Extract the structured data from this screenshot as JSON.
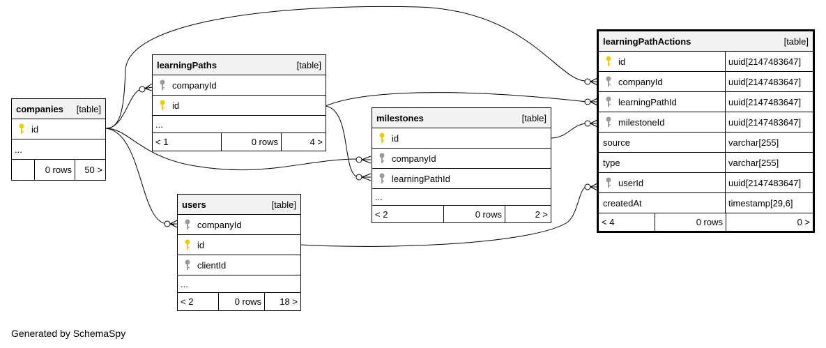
{
  "tables": {
    "companies": {
      "name": "companies",
      "type": "[table]",
      "columns": [
        {
          "name": "id",
          "key": "primary"
        }
      ],
      "more": "...",
      "footer": [
        "",
        "0 rows",
        "50 >"
      ]
    },
    "learningPaths": {
      "name": "learningPaths",
      "type": "[table]",
      "columns": [
        {
          "name": "companyId",
          "key": "foreign"
        },
        {
          "name": "id",
          "key": "primary"
        }
      ],
      "more": "...",
      "footer": [
        "< 1",
        "0 rows",
        "4 >"
      ]
    },
    "milestones": {
      "name": "milestones",
      "type": "[table]",
      "columns": [
        {
          "name": "id",
          "key": "primary"
        },
        {
          "name": "companyId",
          "key": "foreign"
        },
        {
          "name": "learningPathId",
          "key": "foreign"
        }
      ],
      "more": "...",
      "footer": [
        "< 2",
        "0 rows",
        "2 >"
      ]
    },
    "users": {
      "name": "users",
      "type": "[table]",
      "columns": [
        {
          "name": "companyId",
          "key": "foreign"
        },
        {
          "name": "id",
          "key": "primary"
        },
        {
          "name": "clientId",
          "key": "foreign"
        }
      ],
      "more": "...",
      "footer": [
        "< 2",
        "0 rows",
        "18 >"
      ]
    },
    "learningPathActions": {
      "name": "learningPathActions",
      "type": "[table]",
      "columns": [
        {
          "name": "id",
          "key": "primary",
          "dtype": "uuid[2147483647]"
        },
        {
          "name": "companyId",
          "key": "foreign",
          "dtype": "uuid[2147483647]"
        },
        {
          "name": "learningPathId",
          "key": "foreign",
          "dtype": "uuid[2147483647]"
        },
        {
          "name": "milestoneId",
          "key": "foreign",
          "dtype": "uuid[2147483647]"
        },
        {
          "name": "source",
          "key": "none",
          "dtype": "varchar[255]"
        },
        {
          "name": "type",
          "key": "none",
          "dtype": "varchar[255]"
        },
        {
          "name": "userId",
          "key": "foreign",
          "dtype": "uuid[2147483647]"
        },
        {
          "name": "createdAt",
          "key": "none",
          "dtype": "timestamp[29,6]"
        }
      ],
      "footer": [
        "< 4",
        "0 rows",
        "0 >"
      ]
    }
  },
  "footer_note": "Generated by SchemaSpy",
  "colors": {
    "primary_key": "#e8d000",
    "foreign_key": "#9a9a9a",
    "header_bg": "#f2f2f2"
  },
  "icons": {
    "primary": "primary-key-icon",
    "foreign": "foreign-key-icon"
  }
}
